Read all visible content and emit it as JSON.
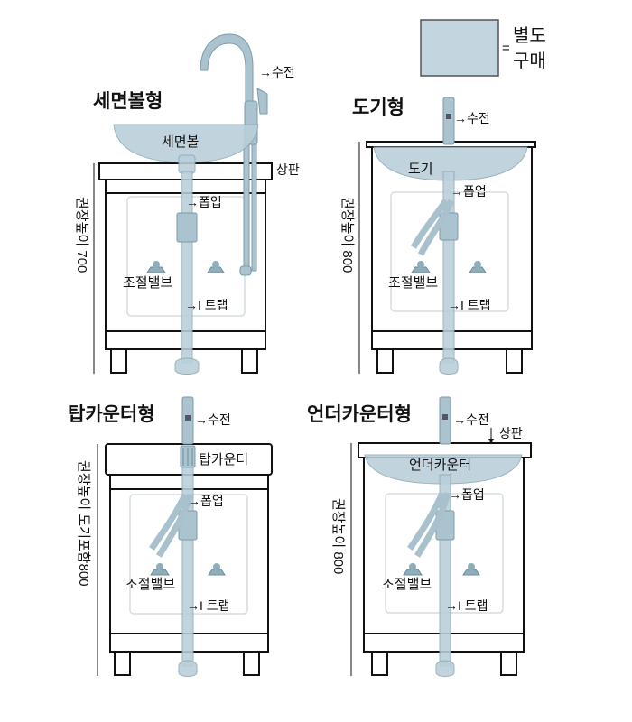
{
  "legend": {
    "line1": "별도",
    "line2": "구매",
    "mark": "=",
    "color": "#c3d5de"
  },
  "panels": {
    "p1": {
      "title": "세면볼형",
      "basin": "세면볼",
      "faucet": "→수전",
      "top": "상판",
      "popup": "→폽업",
      "valve": "조절밸브",
      "trap": "→I 트랩",
      "height": "권장높이 700"
    },
    "p2": {
      "title": "도기형",
      "basin": "도기",
      "faucet": "→수전",
      "popup": "→폽업",
      "valve": "조절밸브",
      "trap": "→I 트랩",
      "height": "권장높이 800"
    },
    "p3": {
      "title": "탑카운터형",
      "basin": "탑카운터",
      "faucet": "→수전",
      "popup": "→폽업",
      "valve": "조절밸브",
      "trap": "→I 트랩",
      "height": "권장높이 도기포함800"
    },
    "p4": {
      "title": "언더카운터형",
      "basin": "언더카운터",
      "faucet": "→수전",
      "top": "상판",
      "popup": "→폽업",
      "valve": "조절밸브",
      "trap": "→I 트랩",
      "height": "권장높이 800"
    }
  }
}
